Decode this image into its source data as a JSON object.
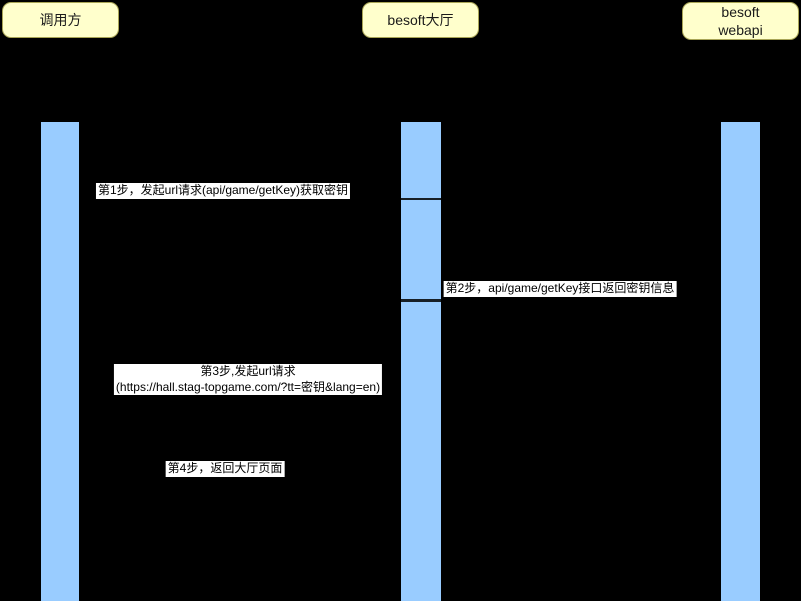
{
  "diagram": {
    "type": "sequence",
    "participants": [
      {
        "id": "caller",
        "label": "调用方"
      },
      {
        "id": "hall",
        "label": "besoft大厅"
      },
      {
        "id": "webapi",
        "label": "besoft webapi"
      }
    ],
    "messages": [
      {
        "step": 1,
        "from": "caller",
        "to": "webapi",
        "line1": "第1步，发起url请求(api/game/getKey)获取密钥"
      },
      {
        "step": 2,
        "from": "webapi",
        "to": "caller",
        "line1": "第2步，api/game/getKey接口返回密钥信息"
      },
      {
        "step": 3,
        "from": "caller",
        "to": "hall",
        "line1": "第3步,发起url请求",
        "line2": "(https://hall.stag-topgame.com/?tt=密钥&lang=en)"
      },
      {
        "step": 4,
        "from": "hall",
        "to": "caller",
        "line1": "第4步，返回大厅页面"
      }
    ],
    "colors": {
      "background": "#000000",
      "participant_fill": "#FFFFCC",
      "participant_border": "#A8A455",
      "activation_fill": "#99CCFF",
      "arrow": "#000000",
      "label_background": "#FFFFFF",
      "label_text": "#000000"
    }
  }
}
